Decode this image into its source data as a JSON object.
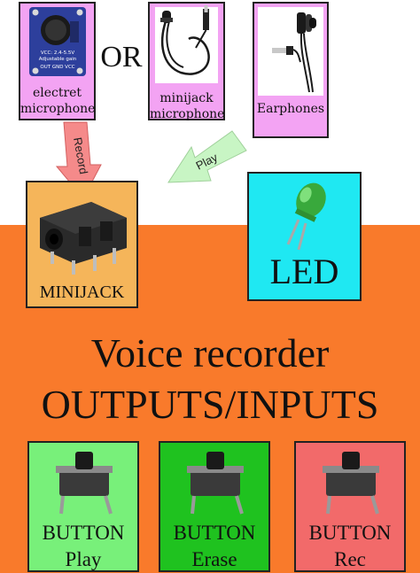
{
  "sources": {
    "electret_label_1": "electret",
    "electret_label_2": "microphone",
    "or_label": "OR",
    "minijack_mic_label_1": "minijack",
    "minijack_mic_label_2": "microphone",
    "earphones_label": "Earphones",
    "board_texts": [
      "VCC: 2.4-5.5V",
      "Adjustable gain",
      "OUT GND VCC"
    ]
  },
  "arrows": {
    "record_label": "Record",
    "play_label": "Play"
  },
  "panel": {
    "minijack_label": "MINIJACK",
    "led_label": "LED",
    "title_line1": "Voice recorder",
    "title_line2": "OUTPUTS/INPUTS"
  },
  "buttons": [
    {
      "line1": "BUTTON",
      "line2": "Play"
    },
    {
      "line1": "BUTTON",
      "line2": "Erase"
    },
    {
      "line1": "BUTTON",
      "line2": "Rec"
    }
  ],
  "colors": {
    "panel": "#f97a2b",
    "source_cards": "#f3a3f3",
    "minijack_card": "#f5b55a",
    "led_card": "#1fe8f2",
    "play_button_card": "#78f07a",
    "erase_button_card": "#1fc21f",
    "rec_button_card": "#f26a6a",
    "record_arrow": "#f58a8a",
    "play_arrow": "#c8f5c4"
  }
}
